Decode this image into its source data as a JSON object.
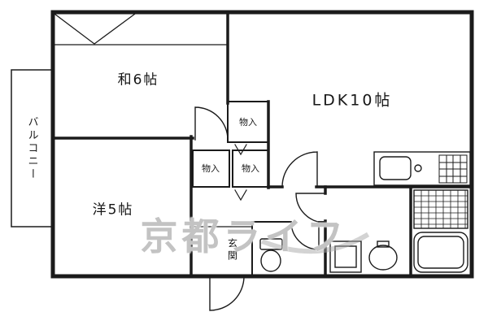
{
  "floorplan": {
    "rooms": {
      "balcony": {
        "label": "バルコニー"
      },
      "japanese_room": {
        "label": "和6帖"
      },
      "ldk": {
        "label": "LDK10帖"
      },
      "western_room": {
        "label": "洋5帖"
      },
      "entrance": {
        "label": "玄関"
      },
      "storage_top": {
        "label": "物入"
      },
      "storage_mid_left": {
        "label": "物入"
      },
      "storage_mid_right": {
        "label": "物入"
      }
    },
    "watermark": {
      "text": "京都ライフ",
      "color": "#9e9e9e"
    },
    "colors": {
      "wall": "#1b1b1b",
      "background": "#ffffff"
    },
    "fixture_icons": [
      "kitchen-sink-icon",
      "gas-stove-icon",
      "washing-machine-pan-icon",
      "washbasin-icon",
      "bathtub-icon",
      "bath-tile-icon",
      "toilet-icon"
    ]
  }
}
